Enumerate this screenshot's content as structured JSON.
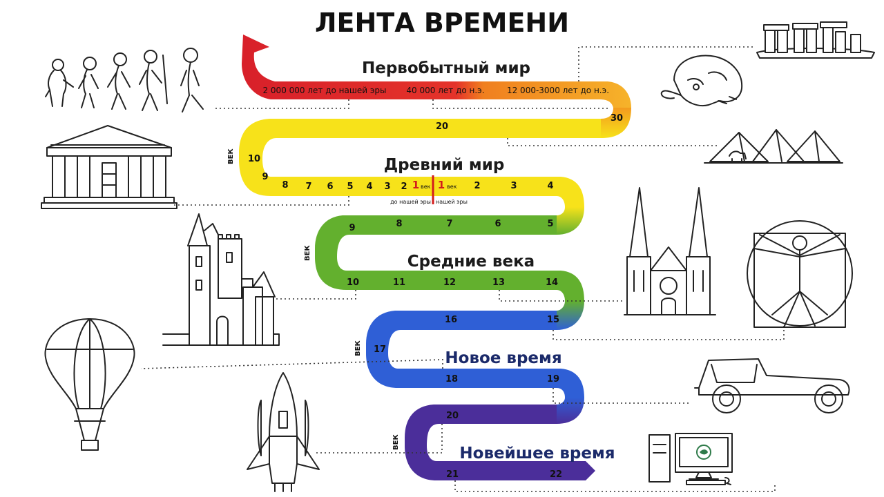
{
  "title": "ЛЕНТА ВРЕМЕНИ",
  "eras": {
    "primitive": "Первобытный мир",
    "ancient": "Древний мир",
    "middle": "Средние века",
    "modern": "Новое время",
    "newest": "Новейшее время"
  },
  "primitive_periods": [
    "2 000 000 лет до нашей эры",
    "40 000 лет до н.э.",
    "12 000-3000 лет до н.э."
  ],
  "vek_label": "ВЕК",
  "bc_label": "до нашей эры",
  "ad_label": "нашей эры",
  "centuries": {
    "bc_row": [
      "10",
      "9",
      "8",
      "7",
      "6",
      "5",
      "4",
      "3",
      "2"
    ],
    "zero_bc": "1",
    "zero_ad": "1",
    "vek_small": "век",
    "ad_row1": [
      "2",
      "3",
      "4"
    ],
    "row_green1": [
      "9",
      "8",
      "7",
      "6",
      "5"
    ],
    "row_green2": [
      "10",
      "11",
      "12",
      "13",
      "14"
    ],
    "row_blue1": [
      "16",
      "15"
    ],
    "row_blue_17": "17",
    "row_blue2": [
      "18",
      "19"
    ],
    "row_violet1": "20",
    "row_violet2": [
      "21",
      "22"
    ],
    "top_20": "20",
    "top_30": "30"
  },
  "colors": {
    "red": "#d8202a",
    "orange": "#f39a1e",
    "yellow": "#f7e21a",
    "green": "#63b02e",
    "blue": "#2f5fd6",
    "violet": "#4b2e9a"
  },
  "icons": [
    "evolution-icon",
    "stonehenge-icon",
    "mammoth-icon",
    "pyramids-icon",
    "greek-temple-icon",
    "castle-icon",
    "cathedral-icon",
    "vitruvian-man-icon",
    "hot-air-balloon-icon",
    "space-shuttle-icon",
    "vintage-car-icon",
    "computer-icon"
  ]
}
